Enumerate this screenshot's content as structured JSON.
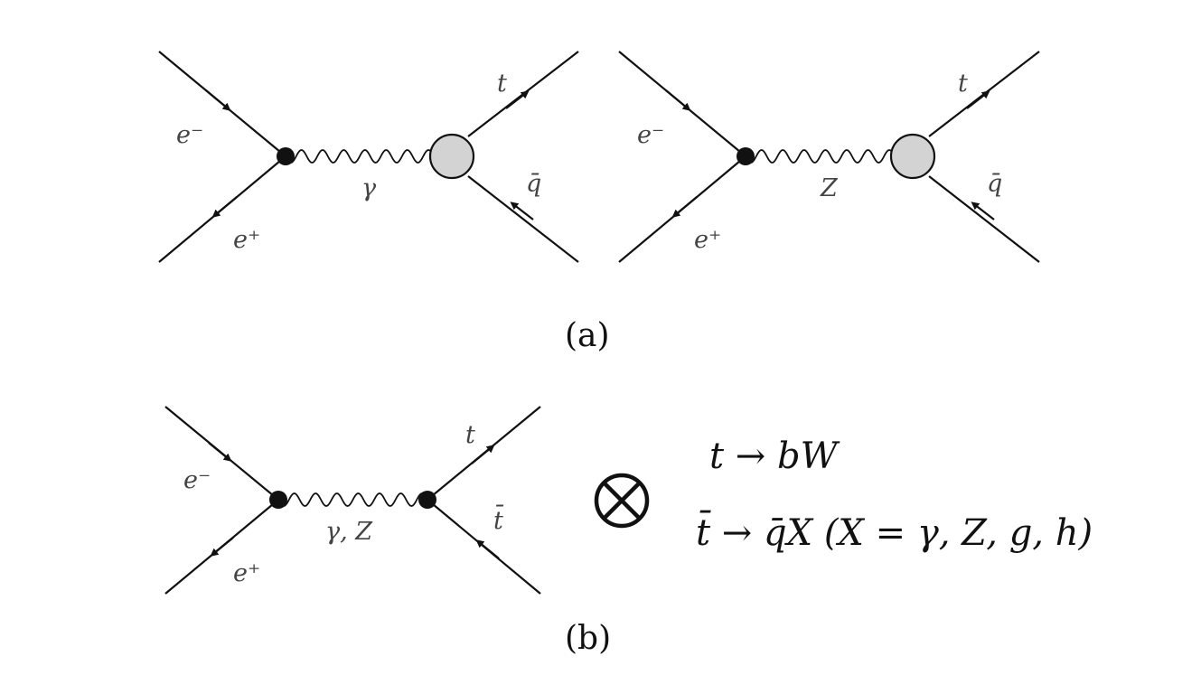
{
  "diagram_a": {
    "left": {
      "incoming_top": "e⁻",
      "incoming_bottom": "e⁺",
      "propagator": "γ",
      "outgoing_top": "t",
      "outgoing_bottom": "q̄"
    },
    "right": {
      "incoming_top": "e⁻",
      "incoming_bottom": "e⁺",
      "propagator": "Z",
      "outgoing_top": "t",
      "outgoing_bottom": "q̄"
    },
    "caption": "(a)"
  },
  "diagram_b": {
    "incoming_top": "e⁻",
    "incoming_bottom": "e⁺",
    "propagator": "γ, Z",
    "outgoing_top": "t",
    "outgoing_bottom": "t̄",
    "caption": "(b)",
    "operator_symbol": "⊗",
    "decay_1": "t → bW",
    "decay_2": "t̄ → q̄X (X = γ, Z, g, h)"
  },
  "colors": {
    "line": "#111111",
    "blob_fill": "#d3d3d3",
    "label": "#444444"
  }
}
